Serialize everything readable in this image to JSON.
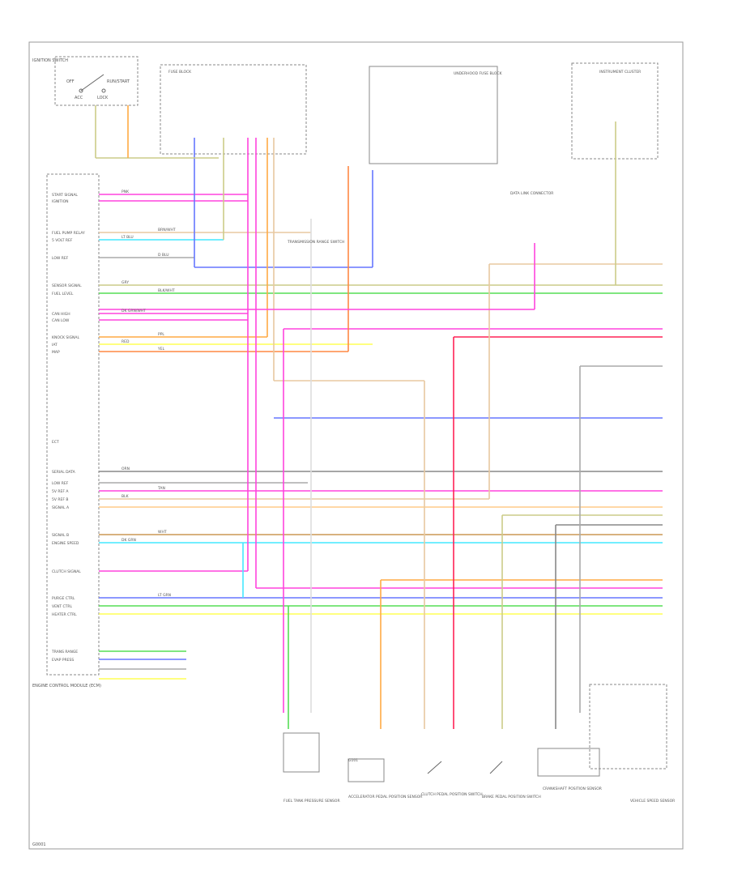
{
  "diagram": {
    "ecm_label": "ENGINE CONTROL MODULE (ECM)",
    "ignition_switch_label": "IGNITION SWITCH",
    "ignition_positions": [
      "OFF",
      "RUN/START",
      "ACC",
      "LOCK"
    ],
    "footer_code": "G0001",
    "pin_labels": [
      "START SIGNAL",
      "IGNITION",
      "FUEL PUMP RELAY",
      "5 VOLT REF",
      "LOW REF",
      "SENSOR SIGNAL",
      "FUEL LEVEL",
      "CAN HIGH",
      "CAN LOW",
      "KNOCK SIGNAL",
      "IAT",
      "MAP",
      "ECT",
      "SERIAL DATA",
      "LOW REF",
      "5V REF A",
      "5V REF B",
      "SIGNAL A",
      "SIGNAL B",
      "ENGINE SPEED",
      "CLUTCH SIGNAL",
      "PURGE CTRL",
      "VENT CTRL",
      "HEATER CTRL",
      "TRANS RANGE",
      "EVAP PRESS"
    ],
    "wire_colors": [
      "PNK",
      "BRN/WHT",
      "LT BLU",
      "D BLU",
      "GRY",
      "BLK/WHT",
      "DK GRN/WHT",
      "PPL",
      "RED",
      "YEL",
      "ORN",
      "TAN",
      "BLK",
      "WHT",
      "DK GRN",
      "LT GRN"
    ],
    "component_labels": [
      "FUEL TANK PRESSURE SENSOR",
      "ACCELERATOR PEDAL POSITION SENSOR",
      "CLUTCH PEDAL POSITION SWITCH",
      "BRAKE PEDAL POSITION SWITCH",
      "CRANKSHAFT POSITION SENSOR",
      "VEHICLE SPEED SENSOR",
      "TRANSMISSION RANGE SWITCH",
      "FUSE BLOCK",
      "UNDERHOOD FUSE BLOCK",
      "INSTRUMENT CLUSTER",
      "DATA LINK CONNECTOR",
      "G101"
    ]
  }
}
